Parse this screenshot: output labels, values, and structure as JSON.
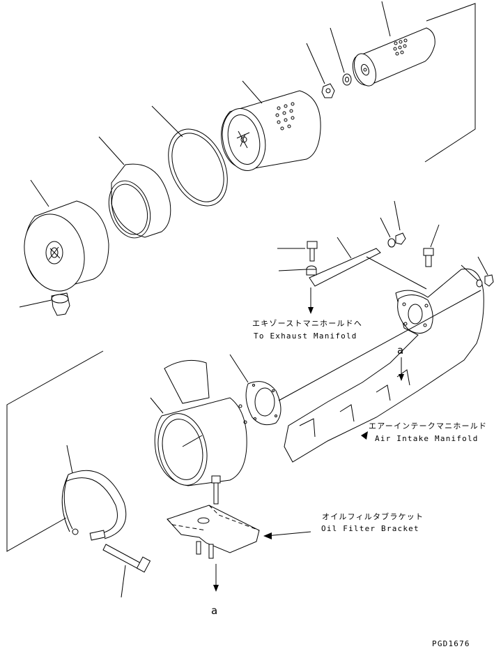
{
  "labels": {
    "exhaust_jp": "エキゾーストマニホールドへ",
    "exhaust_en": "To Exhaust Manifold",
    "intake_jp": "エアーインテークマニホールド",
    "intake_en": "Air Intake Manifold",
    "bracket_jp": "オイルフィルタブラケット",
    "bracket_en": "Oil Filter Bracket",
    "ref_a_top": "a",
    "ref_a_bottom": "a",
    "drawing_code": "PGD1676"
  }
}
